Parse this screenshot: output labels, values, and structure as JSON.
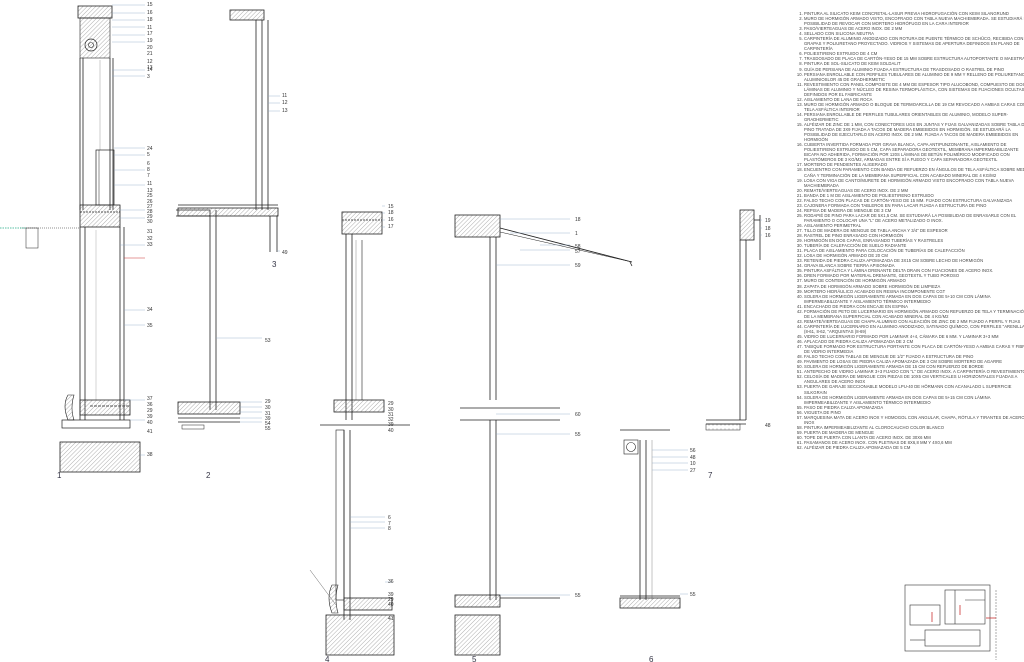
{
  "sections": [
    {
      "number": "1",
      "callouts": [
        "15",
        "16",
        "18",
        "11",
        "17",
        "19",
        "20",
        "21",
        "12",
        "13",
        "14",
        "3",
        "24",
        "5",
        "6",
        "8",
        "7",
        "11",
        "13",
        "25",
        "26",
        "27",
        "28",
        "29",
        "30",
        "31",
        "32",
        "33",
        "34",
        "35",
        "37",
        "36",
        "29",
        "39",
        "40",
        "41",
        "38"
      ]
    },
    {
      "number": "2",
      "callouts": [
        "53",
        "29",
        "30",
        "31",
        "39",
        "54",
        "55"
      ]
    },
    {
      "number": "3",
      "callouts": [
        "11",
        "12",
        "13",
        "49"
      ]
    },
    {
      "number": "4",
      "callouts": [
        "15",
        "18",
        "16",
        "17",
        "29",
        "30",
        "31",
        "32",
        "39",
        "40",
        "6",
        "7",
        "8",
        "36",
        "39",
        "29",
        "40",
        "41"
      ]
    },
    {
      "number": "5",
      "callouts": [
        "18",
        "1",
        "58",
        "57",
        "59",
        "60",
        "55",
        "55"
      ]
    },
    {
      "number": "6",
      "callouts": [
        "56",
        "48",
        "10",
        "27",
        "55"
      ]
    },
    {
      "number": "7",
      "callouts": [
        "19",
        "18",
        "16",
        "48"
      ]
    }
  ],
  "legend": [
    "PINTURA AL SILICATO KEIM CONCRETAL-LASUR PREVIA HIDROFUGACIÓN CON KEIM SILANGRUND",
    "MURO DE HORMIGÓN ARMADO VISTO, ENCOFRADO CON TABLA NUEVA MACHIEMBRADA. SE ESTUDIARÁ LA POSIBILIDAD DE REVOCAR CON MORTERO HIDRÓFUGO EN LA CARA INTERIOR",
    "PASO/VIERTEAGUAS DE ACERO INOX. DE 2 MM",
    "SELLADO CON SILICONA NEUTRA",
    "CARPINTERÍA DE ALUMINIO ANODIZADO CON ROTURA DE PUENTE TÉRMICO DE SCHÜCO, RECIBIDA CON GRAPAS Y POLIURETANO PROYECTADO. VIDRIOS Y SISTEMAS DE APERTURA DEFINIDOS EN PLANO DE CARPINTERÍA",
    "POLIESTIRENO EXTRUIDO DE 4 CM",
    "TRASDOSADO DE PLACA DE CARTÓN-YESO DE 15 MM SOBRE ESTRUCTURA AUTOPORTANTE O MAESTRAS",
    "PINTURA DE SOL-SILICATO DE KEIM SOLDALIT",
    "GUÍA DE PERSIANA DE ALUMINIO FIJADA A ESTRUCTURA DE TRASDOSADO O RASTREL DE PINO",
    "PERSIANA ENROLLABLE CON PERFILES TUBULARES DE ALUMINIO DE 9 MM Y RELLENO DE POLIURETANO, ALUMINIOSLOR 45 DE GRADHERMETIC",
    "REVESTIMIENTO CON PANEL COMPOSITE DE 4 MM DE ESPESOR TIPO ALUCOBOND, COMPUESTO DE DOS LÁMINAS DE ALUMINIO Y NÚCLEO DE RESINA TERMOPLÁSTICA, CON SISTEMAS DE FIJACIONES OCULTAS DEFINIDOS POR EL FABRICANTE",
    "AISLAMIENTO DE LANA DE ROCA",
    "MURO DE HORMIGÓN ARMADO O BLOQUE DE TERMOARCILLA DE 19 CM REVOCADO A AMBAS CARAS CON TELA ASFÁLTICA INTERIOR",
    "PERSIANA ENROLLABLE DE PERFILES TUBULARES ORIENTABLES DE ALUMINIO, MODELO SUPER-GRADHERMETIC",
    "ALFÉIZAR DE ZINC DE 1 MM, CON CONECTORES UGS EN JUNTAS Y FIJAS GALVANIZADAS SOBRE TABLA DE PINO TRATADA DE 3x9 FIJADA A TACOS DE MADERA EMBEBIDOS EN HORMIGÓN. SE ESTUDIARÁ LA POSIBILIDAD DE EJECUTARLO EN ACERO INOX. DE 2 MM. FIJADA A TACOS DE MADERA EMBEBIDOS EN HORMIGÓN",
    "CUBIERTA INVERTIDA FORMADA POR GRAVA BLANCA, CAPA ANTIPUNZONANTE, AISLAMIENTO DE POLIESTIRENO EXTRUIDO DE 5 CM, CAPA SEPARADORA GEOTEXTIL, MEMBRANA IMPERMEABILIZANTE BICAPA NO ADHERIDA, FORMACIÓN POR 120S LÁMINAS DE BETÚN POLIMÉRICO MODIFICADO CON PLASTÓMEROS DE 3 KG/M2, ARMADAS ENTRE SÍ A FUEGO Y CAPA SEPARADORA GEOTEXTIL",
    "MORTERO DE PENDIENTES ALIGERADO",
    "ENCUENTRO CON PARAMENTO CON BANDA DE REFUERZO EN ÁNGULOS DE TELA ASFÁLTICA SOBRE MEDIA CAÑA Y TERMINACIÓN DE LA MEMBRANA SUPERFICIAL CON ACABADO MINERAL DE 4 KG/M2",
    "LOSA CON VIGA DE CANTO/MURETE DE HORMIGÓN ARMADO VISTO ENCOFRADO CON TABLA NUEVA MACHIEMBRADA",
    "REMATE/VIERTEAGUAS DE ACERO INOX. DE 2 MM",
    "BANDA DE 1 M DE AISLAMIENTO DE POLIESTIRENO EXTRUIDO",
    "FALSO TECHO CON PLACAS DE CARTÓN-YESO DE 15 MM. FIJADO CON ESTRUCTURA GALVANIZADA",
    "CAJONERA FORMADA CON TABLEROS EN PARA LACAR FIJADA A ESTRUCTURA DE PINO",
    "REPISA DE MADERA DE MENGUE DE 3 CM",
    "RODAPIÉ DE PINO PARA LACAR DE 5x1,5 CM. SE ESTUDIARÁ LA POSIBILIDAD DE ENRASARLE CON EL PARAMENTO O COLOCAR UNA \"L\" DE ACERO METALIZADO O INOX.",
    "AISLAMIENTO PERIMETRAL",
    "TILLO DE MADERA DE MENGUE DE TABLA ANCHA Y 3/4\" DE ESPESOR",
    "RASTREL DE PINO ENRASADO CON HORMIGÓN",
    "HORMIGÓN EN DOS CAPAS, ENRASANDO TUBERÍAS Y RASTRELES",
    "TUBERÍA DE CALEFACCIÓN DE SUELO RADIANTE",
    "PLACA DE AISLAMIENTO PARA COLOCACIÓN DE TUBERÍAS DE CALEFACCIÓN",
    "LOSA DE HORMIGÓN ARMADO DE 20 CM",
    "RETENIDA DE PIEDRA CALIZA APOMAZADA DE 3x15 CM SOBRE LECHO DE HORMIGÓN",
    "GRAVA BLANCA SOBRE TIERRA APISONADA",
    "PINTURA ASFÁLTICA Y LÁMINA DRENANTE DELTA DRAIN CON FIJACIONES DE ACERO INOX.",
    "DREN FORMADO POR MATERIAL DRENANTE, GEOTEXTIL Y TUBO POROSO",
    "MURO DE CONTENCIÓN DE HORMIGÓN ARMADO",
    "ZAPATA DE HORMIGÓN ARMADO SOBRE HORMIGÓN DE LIMPIEZA",
    "MORTERO HIDRÁULICO ACABADO EN RESINA INCOMPONENTE CGT",
    "SOLERA DE HORMIGÓN LIGERAMENTE ARMADA EN DOS CAPAS DE 5+10 CM CON LÁMINA IMPERMEABILIZANTE Y AISLAMIENTO TÉRMICO INTERMEDIO",
    "ENCACHADO DE PIEDRA CON ENCAJE EN ESPINA",
    "FORMACIÓN DE PETO DE LUCERNARIO EN HORMIGÓN ARMADO CON REFUERZO DE TELA Y TERMINACIÓN DE LA MEMBRANA SUPERFICIAL CON ACABADO MINERAL DE 4 KG/M2",
    "REMATE/VIERTEAGUAS DE CHAPA ALUMINIO CON ALEACIÓN DE ZINC DE 2 MM FIJADO A PERFIL Y FIJAS",
    "CARPINTERÍA DE LUCERNARIO EN ALUMINIO ANODIZADO, SATINADO QUÍMICO, CON PERFILES \"ARENILLA\" (8-61, 8-62, \"ARQUINTAS (8-69)",
    "VIDRIO DE LUCERNARIO FORMADO POR LAMINAR 4+4, CÁMARA DE 6 MM. Y LAMINAR 3+3 MM",
    "APLACADO DE PIEDRA CALIZA APOMAZADA DE 2 CM",
    "TABIQUE FORMADO POR ESTRUCTURA PORTANTE CON PLACA DE CARTÓN-YESO A AMBAS CARAS Y FIBRA DE VIDRIO INTERMEDIA",
    "FALSO TECHO CON TABLAS DE MENGUE DE 1/2\" FIJADO A ESTRUCTURA DE PINO",
    "PAVIMENTO DE LOSAS DE PIEDRA CALIZA APOMAZADA DE 3 CM SOBRE MORTERO DE AGARRE",
    "SOLERA DE HORMIGÓN LIGERAMENTE ARMADA DE 15 CM CON REFUERZO DE BORDE",
    "ANTEPECHO DE VIDRIO LAMINAR 3+3 FIJADO CON \"L\" DE ACERO INOX. A CARPINTERÍA O REVESTIMIENTO",
    "CELOSÍA DE MADERA DE MENGUE CON PIEZAS DE 10x5 CM VERTICALES U HORIZONTALES FIJADAS A ANGULARES DE ACERO INOX",
    "PUERTA DE GARAJE SECCIONABLE MODELO LPU-40 DE HÖRMANN CON ACANALADO L SUPERFICIE SILKGRAIN",
    "SOLERA DE HORMIGÓN LIGERAMENTE ARMADA EN DOS CAPAS DE 5+15 CM CON LÁMINA IMPERMEABILIZANTE Y AISLAMIENTO TÉRMICO INTERMEDIO",
    "PASO DE PIEDRA CALIZA APOMAZADA",
    "VIGUETA DE PINO",
    "MARQUESINA MATA DE ACERO INOX Y HOMOGOL CON ANGULAR, CHAPA, RÓTULA Y TIRANTES DE ACERO INOX",
    "PINTURA IMPERMEABILIZANTE AL CLOROCAUCHO COLOR BLANCO",
    "PUERTA DE MADERA DE MENGUE",
    "TOPE DE PUERTA CON LLANTA DE ACERO INOX. DE 30x6 MM",
    "PASAMANOS DE ACERO INOX. CON PLETINAS DE 8x6,8 MM Y 4x0,6 MM",
    "ALFÉIZAR DE PIEDRA CALIZA APOMAZADA DE 5 CM"
  ]
}
